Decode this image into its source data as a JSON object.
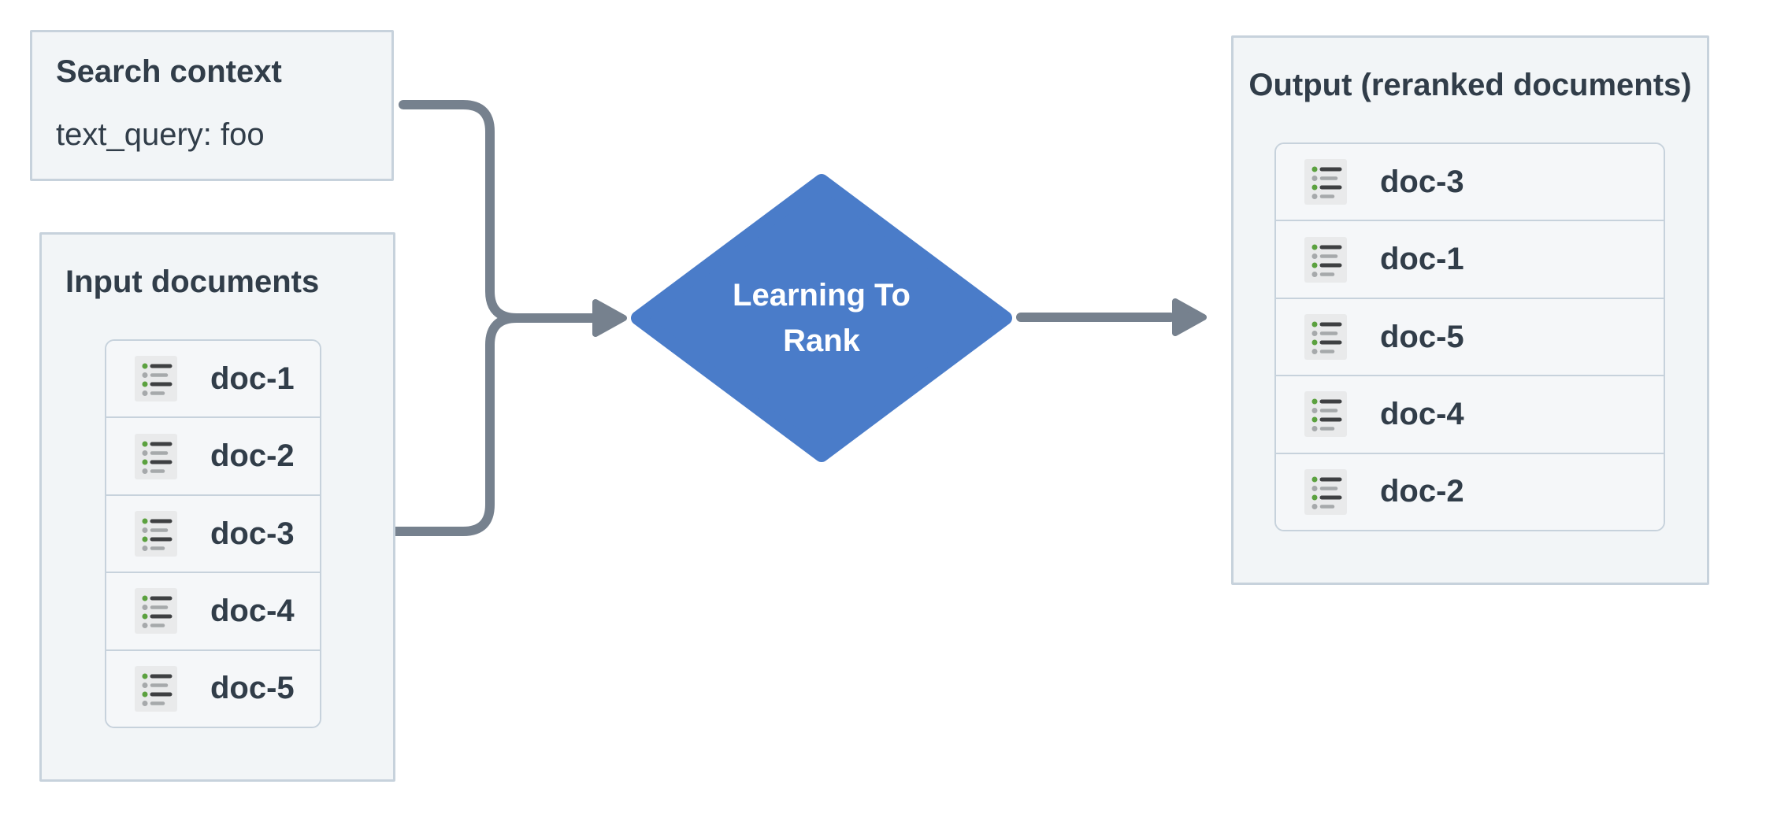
{
  "diagram": {
    "search_context": {
      "title": "Search context",
      "query": "text_query: foo"
    },
    "input_documents": {
      "title": "Input documents",
      "items": [
        "doc-1",
        "doc-2",
        "doc-3",
        "doc-4",
        "doc-5"
      ]
    },
    "ltr_node": {
      "label": "Learning To Rank",
      "lines": [
        "Learning To",
        "Rank"
      ]
    },
    "output_documents": {
      "title": "Output (reranked documents)",
      "items": [
        "doc-3",
        "doc-1",
        "doc-5",
        "doc-4",
        "doc-2"
      ]
    },
    "icons": {
      "document_icon": "list-icon"
    },
    "colors": {
      "panel_fill": "#f2f5f7",
      "panel_border": "#c7d2dc",
      "row_fill": "#f5f7f9",
      "text_dark": "#313d49",
      "diamond_blue": "#4a7cc9",
      "arrow_gray": "#76818e",
      "label_white": "#ffffff",
      "icon_bg": "#e9eaeb",
      "icon_line_dark": "#3e4042",
      "icon_line_gray": "#a6a9ab",
      "icon_dot_green": "#5ba13f",
      "icon_dot_gray": "#a6a9ab"
    }
  }
}
